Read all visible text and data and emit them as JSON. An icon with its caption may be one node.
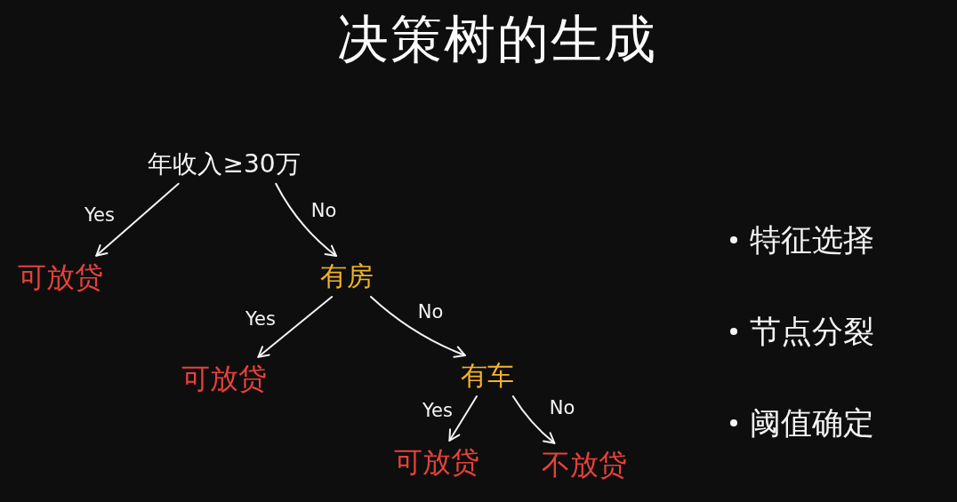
{
  "diagram": {
    "title": "决策树的生成",
    "nodes": [
      {
        "text": [
          "年收入≥30万"
        ]
      },
      {
        "text": [
          "可放贷"
        ]
      },
      {
        "text": [
          "有房"
        ]
      },
      {
        "text": [
          "可放贷"
        ]
      },
      {
        "text": [
          "有车"
        ]
      },
      {
        "text": [
          "可放贷"
        ]
      },
      {
        "text": [
          "不放贷"
        ]
      }
    ],
    "edges": [
      {
        "from": 0,
        "to": 1,
        "arrow": "to",
        "label": "Yes"
      },
      {
        "from": 0,
        "to": 2,
        "arrow": "to",
        "label": "No"
      },
      {
        "from": 2,
        "to": 3,
        "arrow": "to",
        "label": "Yes"
      },
      {
        "from": 2,
        "to": 4,
        "arrow": "to",
        "label": "No"
      },
      {
        "from": 4,
        "to": 5,
        "arrow": "to",
        "label": "Yes"
      },
      {
        "from": 4,
        "to": 6,
        "arrow": "to",
        "label": "No"
      }
    ],
    "labels": [
      "特征选择",
      "节点分裂",
      "阈值确定"
    ]
  }
}
